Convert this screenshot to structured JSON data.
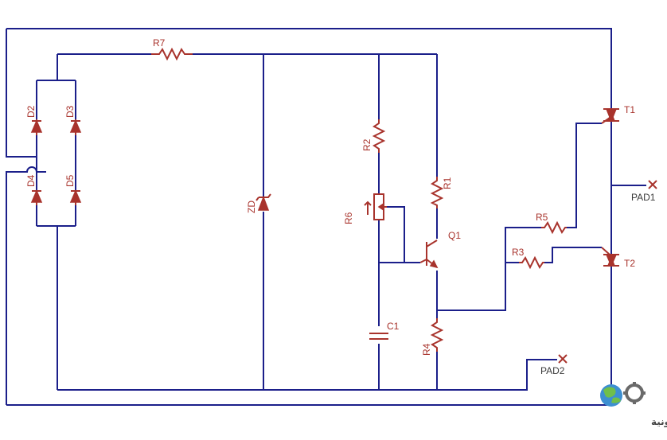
{
  "labels": {
    "R7": "R7",
    "D2": "D2",
    "D3": "D3",
    "D4": "D4",
    "D5": "D5",
    "ZD": "ZD",
    "R2": "R2",
    "R6": "R6",
    "R1": "R1",
    "Q1": "Q1",
    "C1": "C1",
    "R4": "R4",
    "R5": "R5",
    "R3": "R3",
    "T1": "T1",
    "T2": "T2",
    "PAD1": "PAD1",
    "PAD2": "PAD2"
  },
  "logo": {
    "text": "القرية الالكترونية"
  },
  "colors": {
    "wire": "#1b1f8a",
    "component": "#a8332c"
  }
}
